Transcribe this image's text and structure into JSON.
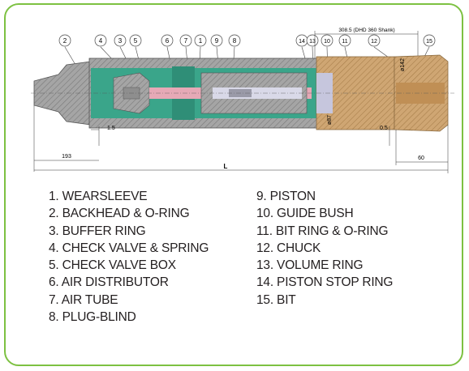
{
  "callouts": [
    "2",
    "4",
    "3",
    "5",
    "6",
    "7",
    "1",
    "9",
    "8",
    "14",
    "13",
    "10",
    "11",
    "12",
    "15"
  ],
  "dimensions": {
    "shank": "308.5 (DHD 360 Shank)",
    "diameter_outer": "ø142",
    "diameter_inner": "ø87",
    "gap_left": "1.5",
    "gap_right": "0.5",
    "length_left": "193",
    "length_total": "L",
    "length_right": "60"
  },
  "parts_left": [
    "1. WEARSLEEVE",
    "2. BACKHEAD & O-RING",
    "3. BUFFER RING",
    "4. CHECK VALVE & SPRING",
    "5. CHECK VALVE BOX",
    "6. AIR DISTRIBUTOR",
    "7. AIR TUBE",
    "8. PLUG-BLIND"
  ],
  "parts_right": [
    "9.  PISTON",
    "10.  GUIDE BUSH",
    "11.  BIT RING & O-RING",
    "12.  CHUCK",
    "13.  VOLUME RING",
    "14.  PISTON STOP RING",
    "15.  BIT"
  ],
  "colors": {
    "frame": "#7dc142",
    "housing": "#9a9a9a",
    "interior": "#3aa58a",
    "bit": "#c9a06a",
    "line": "#333333"
  }
}
